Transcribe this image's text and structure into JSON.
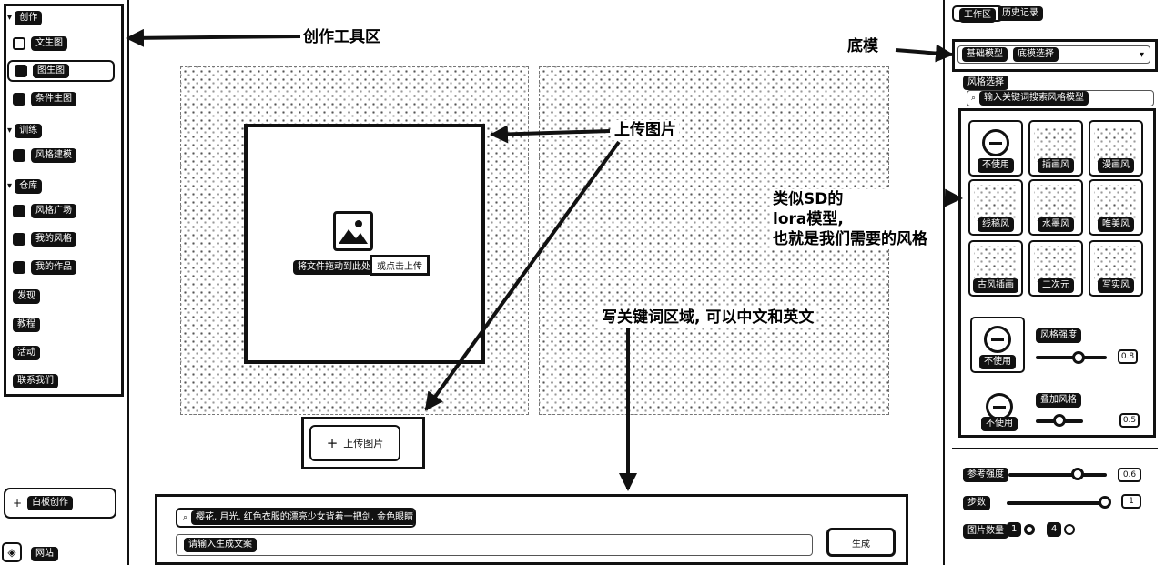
{
  "annotations": {
    "tools_zone": "创作工具区",
    "base_model": "底模",
    "upload_image": "上传图片",
    "lora_line1": "类似SD的",
    "lora_line2": "lora模型,",
    "lora_line3": "也就是我们需要的风格",
    "prompt_zone": "写关键词区域, 可以中文和英文"
  },
  "sidebar": {
    "sections": [
      {
        "title": "创作",
        "items": [
          {
            "label": "文生图"
          },
          {
            "label": "图生图"
          },
          {
            "label": "条件生图"
          }
        ]
      },
      {
        "title": "训练",
        "items": [
          {
            "label": "风格建模"
          }
        ]
      },
      {
        "title": "仓库",
        "items": [
          {
            "label": "风格广场"
          },
          {
            "label": "我的风格"
          },
          {
            "label": "我的作品"
          }
        ]
      }
    ],
    "links": [
      {
        "label": "发现"
      },
      {
        "label": "教程"
      },
      {
        "label": "活动"
      },
      {
        "label": "联系我们"
      }
    ],
    "new_board_label": "白板创作",
    "vip_label": "网站"
  },
  "canvas": {
    "upload_hint": "将文件拖动到此处",
    "upload_link": "或点击上传",
    "upload_button_label": "上传图片"
  },
  "prompt": {
    "suggestion": "樱花, 月光, 红色衣服的漂亮少女背着一把剑, 金色眼睛, 双马尾",
    "placeholder": "请输入生成文案",
    "generate_label": "生成"
  },
  "right_panel": {
    "tabs": [
      {
        "label": "工作区"
      },
      {
        "label": "历史记录"
      }
    ],
    "model_chip": "基础模型",
    "model_value": "底模选择",
    "style_section_label": "风格选择",
    "lora_search_text": "输入关键词搜索风格模型",
    "styles": [
      {
        "caption": "不使用"
      },
      {
        "caption": "插画风"
      },
      {
        "caption": "漫画风"
      },
      {
        "caption": "线稿风"
      },
      {
        "caption": "水墨风"
      },
      {
        "caption": "唯美风"
      },
      {
        "caption": "古风插画"
      },
      {
        "caption": "二次元"
      },
      {
        "caption": "写实风"
      }
    ],
    "style_strength": {
      "label": "风格强度",
      "none_caption": "不使用",
      "value": "0.8",
      "level": 0.6
    },
    "extra_style": {
      "label": "叠加风格",
      "none_caption": "不使用",
      "value": "0.5",
      "level": 0.5
    },
    "params": [
      {
        "label": "参考强度",
        "value": "0.6",
        "level": 0.7
      },
      {
        "label": "步数",
        "value": "1",
        "level": 0.98
      }
    ],
    "image_count": {
      "label": "图片数量",
      "option1": "1",
      "option2": "4"
    }
  }
}
